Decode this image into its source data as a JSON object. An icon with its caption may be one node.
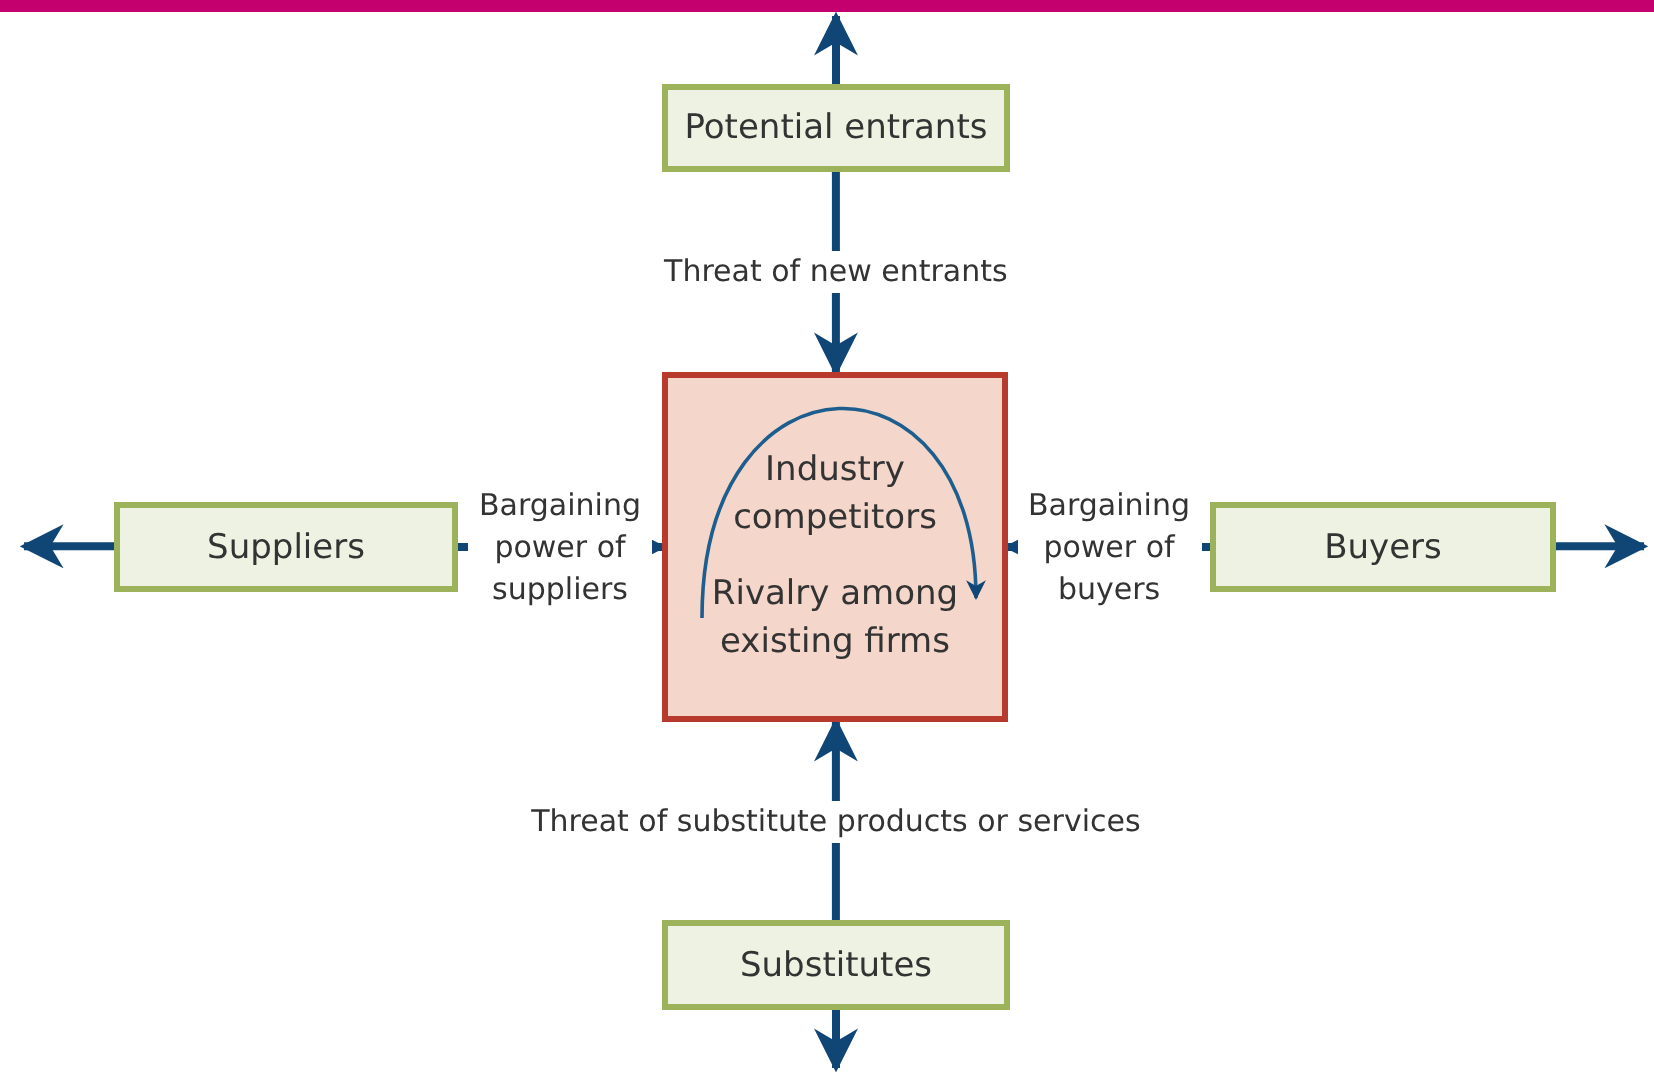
{
  "diagram": {
    "nodes": [
      {
        "text": [
          "Potential entrants"
        ]
      },
      {
        "text": [
          "Industry competitors",
          "Rivalry among existing firms"
        ]
      },
      {
        "text": [
          "Suppliers"
        ]
      },
      {
        "text": [
          "Buyers"
        ]
      },
      {
        "text": [
          "Substitutes"
        ]
      }
    ],
    "edges": [
      {
        "from": 0,
        "to": 1,
        "arrow": "to",
        "label": "Threat of new entrants"
      },
      {
        "from": 2,
        "to": 1,
        "arrow": "to",
        "label": "Bargaining power of suppliers"
      },
      {
        "from": 3,
        "to": 1,
        "arrow": "to",
        "label": "Bargaining power of buyers"
      },
      {
        "from": 4,
        "to": 1,
        "arrow": "to",
        "label": "Threat of substitute products or services"
      },
      {
        "from": 0,
        "to": null,
        "arrow": "to"
      },
      {
        "from": 2,
        "to": null,
        "arrow": "to"
      },
      {
        "from": 3,
        "to": null,
        "arrow": "to"
      },
      {
        "from": 4,
        "to": null,
        "arrow": "to"
      }
    ]
  }
}
